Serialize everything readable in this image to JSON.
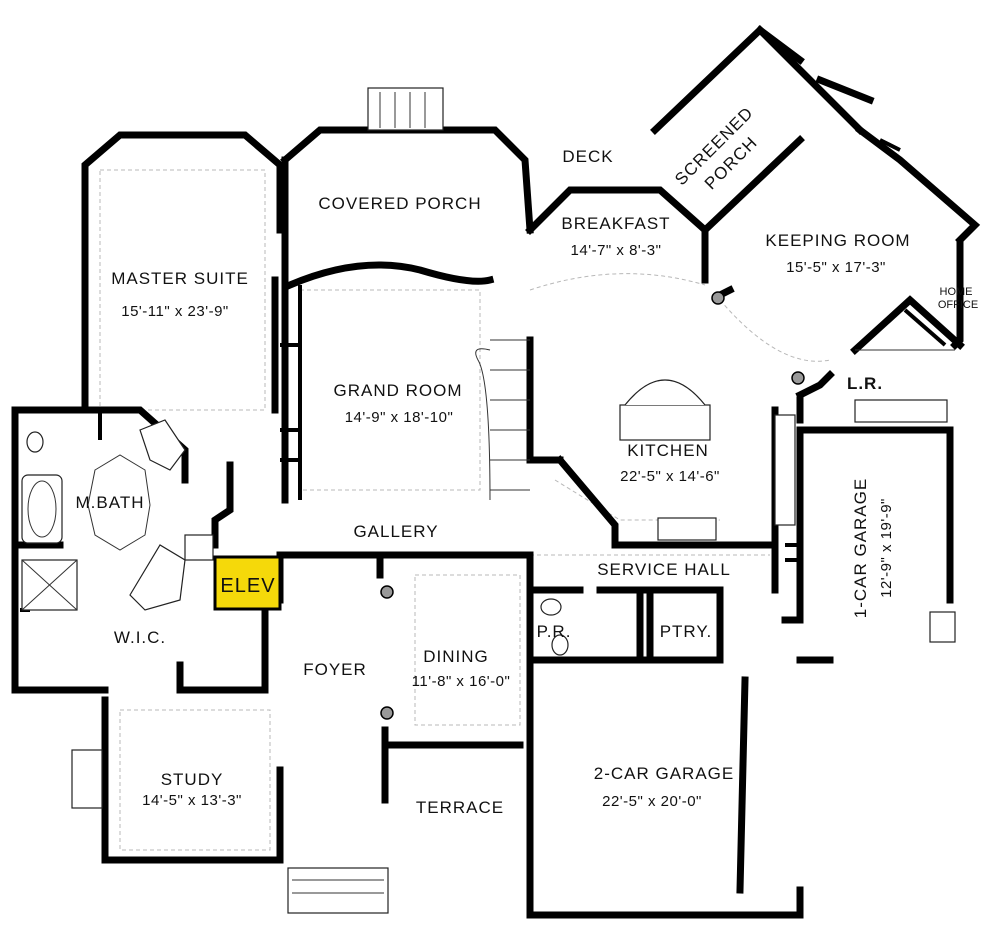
{
  "rooms": {
    "master_suite": {
      "name": "MASTER SUITE",
      "dims": "15'-11\" x 23'-9\""
    },
    "covered_porch": {
      "name": "COVERED PORCH"
    },
    "deck": {
      "name": "DECK"
    },
    "screened_porch": {
      "name_line1": "SCREENED",
      "name_line2": "PORCH"
    },
    "breakfast": {
      "name": "BREAKFAST",
      "dims": "14'-7\" x 8'-3\""
    },
    "keeping_room": {
      "name": "KEEPING ROOM",
      "dims": "15'-5\" x 17'-3\""
    },
    "home_office": {
      "name_line1": "HOME",
      "name_line2": "OFFICE"
    },
    "grand_room": {
      "name": "GRAND ROOM",
      "dims": "14'-9\" x 18'-10\""
    },
    "kitchen": {
      "name": "KITCHEN",
      "dims": "22'-5\" x 14'-6\""
    },
    "lr": {
      "name": "L.R."
    },
    "m_bath": {
      "name": "M.BATH"
    },
    "gallery": {
      "name": "GALLERY"
    },
    "elev": {
      "name": "ELEV",
      "highlight": "#f5d90a"
    },
    "service_hall": {
      "name": "SERVICE HALL"
    },
    "one_car_garage": {
      "name": "1-CAR GARAGE",
      "dims": "12'-9\" x 19'-9\""
    },
    "wic": {
      "name": "W.I.C."
    },
    "foyer": {
      "name": "FOYER"
    },
    "dining": {
      "name": "DINING",
      "dims": "11'-8\" x 16'-0\""
    },
    "pr": {
      "name": "P.R."
    },
    "ptry": {
      "name": "PTRY."
    },
    "study": {
      "name": "STUDY",
      "dims": "14'-5\" x 13'-3\""
    },
    "terrace": {
      "name": "TERRACE"
    },
    "two_car_garage": {
      "name": "2-CAR GARAGE",
      "dims": "22'-5\" x 20'-0\""
    }
  }
}
